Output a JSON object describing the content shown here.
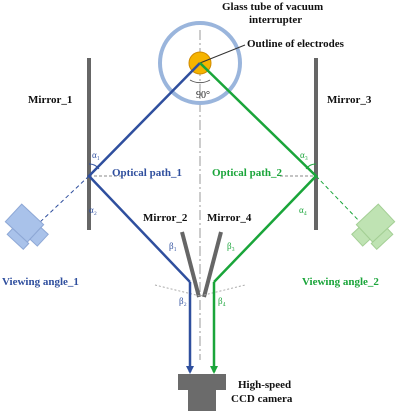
{
  "labels": {
    "glass_tube_line1": "Glass tube of vacuum",
    "glass_tube_line2": "interrupter",
    "electrodes": "Outline of electrodes",
    "angle_90": "90°",
    "mirror_1": "Mirror_1",
    "mirror_2": "Mirror_2",
    "mirror_3": "Mirror_3",
    "mirror_4": "Mirror_4",
    "optical_path_1": "Optical path_1",
    "optical_path_2": "Optical path_2",
    "viewing_angle_1": "Viewing angle_1",
    "viewing_angle_2": "Viewing angle_2",
    "camera_line1": "High-speed",
    "camera_line2": "CCD camera"
  },
  "angles": {
    "alpha_1": "α₁",
    "alpha_2": "α₂",
    "alpha_3": "α₃",
    "alpha_4": "α₄",
    "beta_1": "β₁",
    "beta_2": "β₂",
    "beta_3": "β₃",
    "beta_4": "β₄"
  },
  "colors": {
    "path_1": "#2f4f9e",
    "path_2": "#1aa53a",
    "glass_tube": "#9ab5dc",
    "electrode_fill": "#f5b400",
    "electrode_stroke": "#d08a00",
    "mirror": "#666666",
    "camera": "#666666",
    "viewing_1": "#a9c2ea",
    "viewing_2": "#bfe3b3"
  }
}
